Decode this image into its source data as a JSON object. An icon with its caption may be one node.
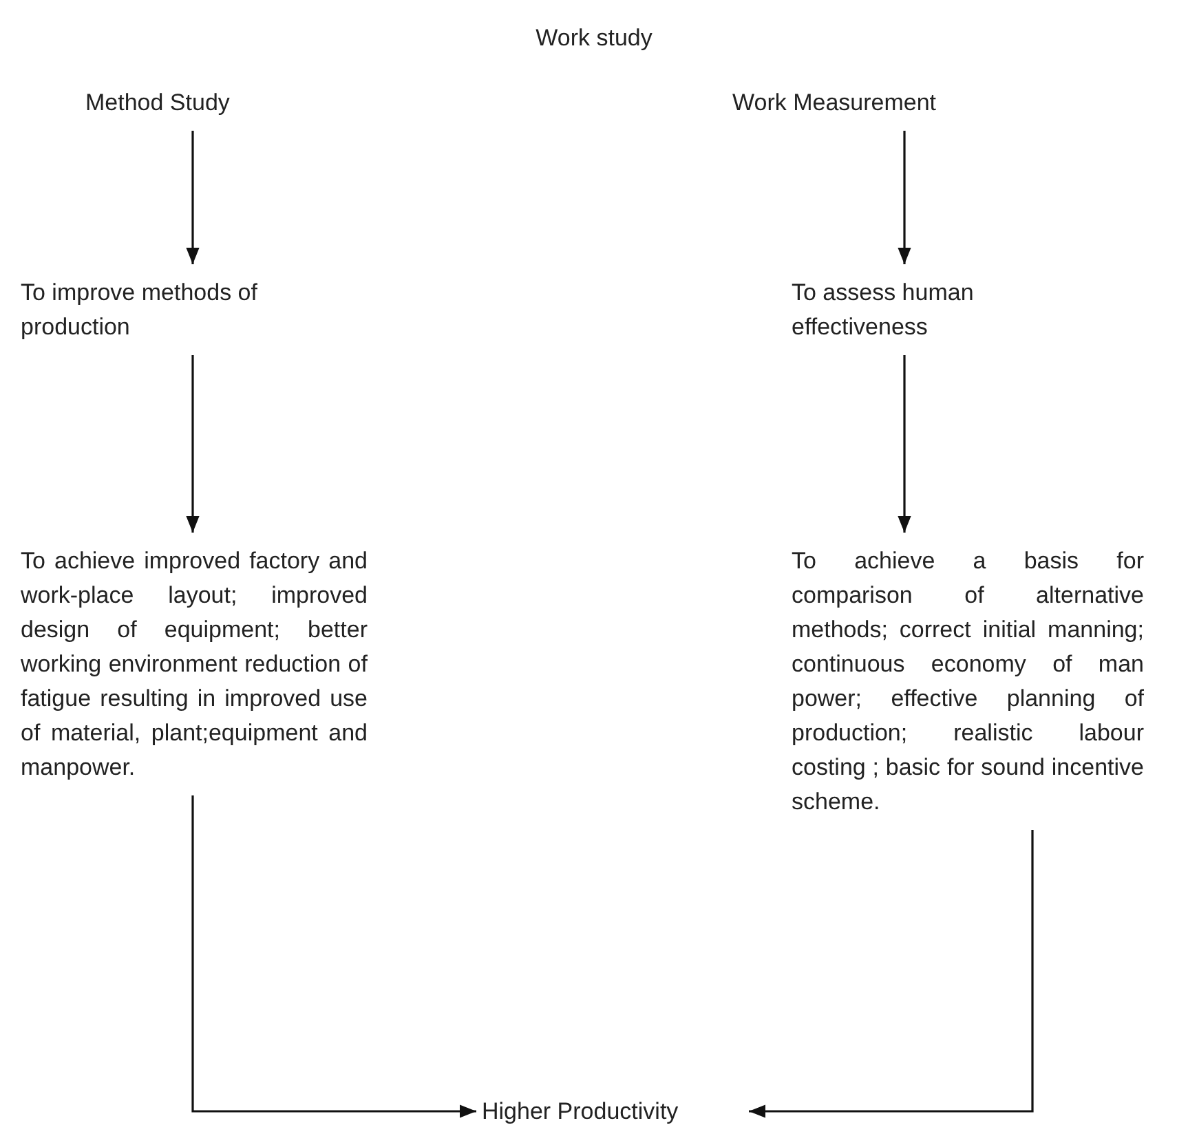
{
  "diagram": {
    "title": "Work study",
    "nodes": [
      {
        "text": [
          "Method Study"
        ]
      },
      {
        "text": [
          "Work Measurement"
        ]
      },
      {
        "text": [
          "To improve methods of production"
        ]
      },
      {
        "text": [
          "To assess human effectiveness"
        ]
      },
      {
        "text": [
          "To achieve improved factory and work-place layout; improved design of equipment; better working environment reduction of fatigue resulting in improved use of material, plant;equipment and manpower."
        ]
      },
      {
        "text": [
          "To achieve a basis for comparison of alternative methods; correct initial manning; continuous economy of man power; effective planning of production; realistic labour costing ; basic for sound incentive scheme."
        ]
      },
      {
        "text": [
          "Higher Productivity"
        ]
      }
    ],
    "edges": [
      {
        "from": 0,
        "to": 2,
        "arrow": "to"
      },
      {
        "from": 2,
        "to": 4,
        "arrow": "to"
      },
      {
        "from": 1,
        "to": 3,
        "arrow": "to"
      },
      {
        "from": 3,
        "to": 5,
        "arrow": "to"
      },
      {
        "from": 4,
        "to": 6,
        "arrow": "to"
      },
      {
        "from": 5,
        "to": 6,
        "arrow": "to"
      }
    ]
  }
}
